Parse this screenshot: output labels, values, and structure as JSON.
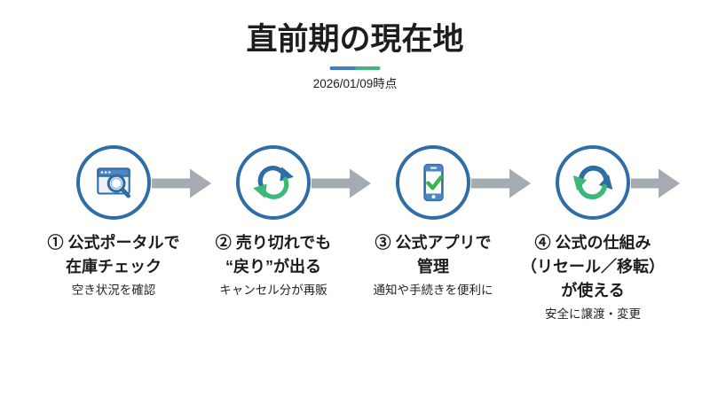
{
  "header": {
    "title": "直前期の現在地",
    "date": "2026/01/09時点"
  },
  "steps": [
    {
      "icon": "browser-search-icon",
      "lines": [
        "① 公式ポータルで",
        "在庫チェック"
      ],
      "sub": "空き状況を確認"
    },
    {
      "icon": "refresh-cycle-icon",
      "lines": [
        "② 売り切れでも",
        "“戻り”が出る"
      ],
      "sub": "キャンセル分が再販"
    },
    {
      "icon": "phone-check-icon",
      "lines": [
        "③ 公式アプリで",
        "管理"
      ],
      "sub": "通知や手続きを便利に"
    },
    {
      "icon": "resale-cycle-icon",
      "lines": [
        "④ 公式の仕組み",
        "（リセール／移転）",
        "が使える"
      ],
      "sub": "安全に譲渡・変更"
    }
  ],
  "colors": {
    "accent_blue": "#2e6da6",
    "accent_green": "#3cb878",
    "bar_blue": "#4d86c3",
    "check_green": "#3bb54a",
    "arrow_gray": "#a5abb3",
    "divider_blue": "#3f7ec4",
    "divider_green": "#3cb87f",
    "text_dark": "#1d1d1f",
    "background": "#fffffe"
  }
}
